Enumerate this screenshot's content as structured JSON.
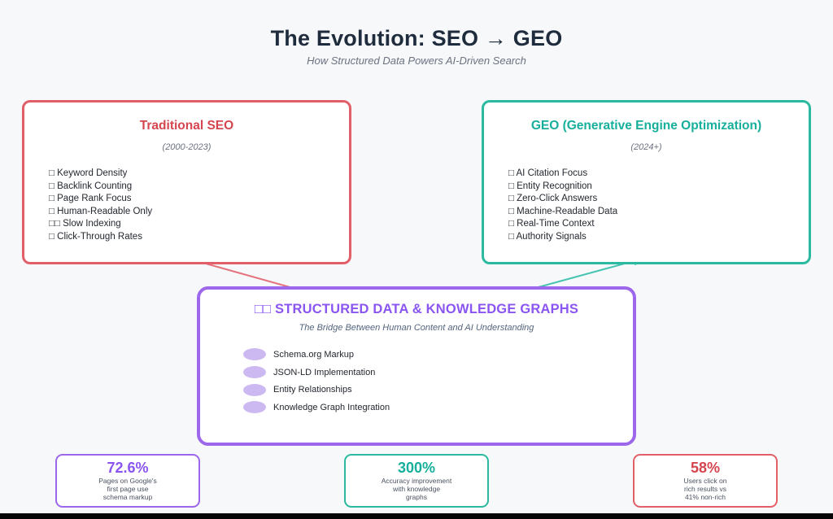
{
  "page": {
    "title": "The Evolution: SEO → GEO",
    "subtitle": "How Structured Data Powers AI-Driven Search"
  },
  "traditional": {
    "title": "Traditional SEO",
    "period": "(2000-2023)",
    "items": [
      "□ Keyword Density",
      "□ Backlink Counting",
      "□ Page Rank Focus",
      "□ Human-Readable Only",
      "□□ Slow Indexing",
      "□ Click-Through Rates"
    ],
    "accent_color": "#d5454f",
    "border_color": "#e25f69"
  },
  "geo": {
    "title": "GEO (Generative Engine Optimization)",
    "period": "(2024+)",
    "items": [
      "□ AI Citation Focus",
      "□ Entity Recognition",
      "□ Zero-Click Answers",
      "□ Machine-Readable Data",
      "□ Real-Time Context",
      "□ Authority Signals"
    ],
    "accent_color": "#16af9b",
    "border_color": "#2bb9a0"
  },
  "bridge": {
    "title": "□□ STRUCTURED DATA & KNOWLEDGE GRAPHS",
    "subtitle": "The Bridge Between Human Content and AI Understanding",
    "items": [
      "Schema.org Markup",
      "JSON-LD Implementation",
      "Entity Relationships",
      "Knowledge Graph Integration"
    ],
    "accent_color": "#8a55f0",
    "border_color": "#9c67ea",
    "bullet_color": "#cdb9f1"
  },
  "stats": [
    {
      "value": "72.6%",
      "lines": "Pages on Google's\nfirst page use\nschema markup",
      "color": "#8a55f0"
    },
    {
      "value": "300%",
      "lines": "Accuracy improvement\nwith knowledge\ngraphs",
      "color": "#16af9b"
    },
    {
      "value": "58%",
      "lines": "Users click on\nrich results vs\n41% non-rich",
      "color": "#d5454f"
    }
  ],
  "arrows": {
    "seo_to_bridge_color": "#e4737d",
    "bridge_to_geo_color": "#46c4b0"
  }
}
